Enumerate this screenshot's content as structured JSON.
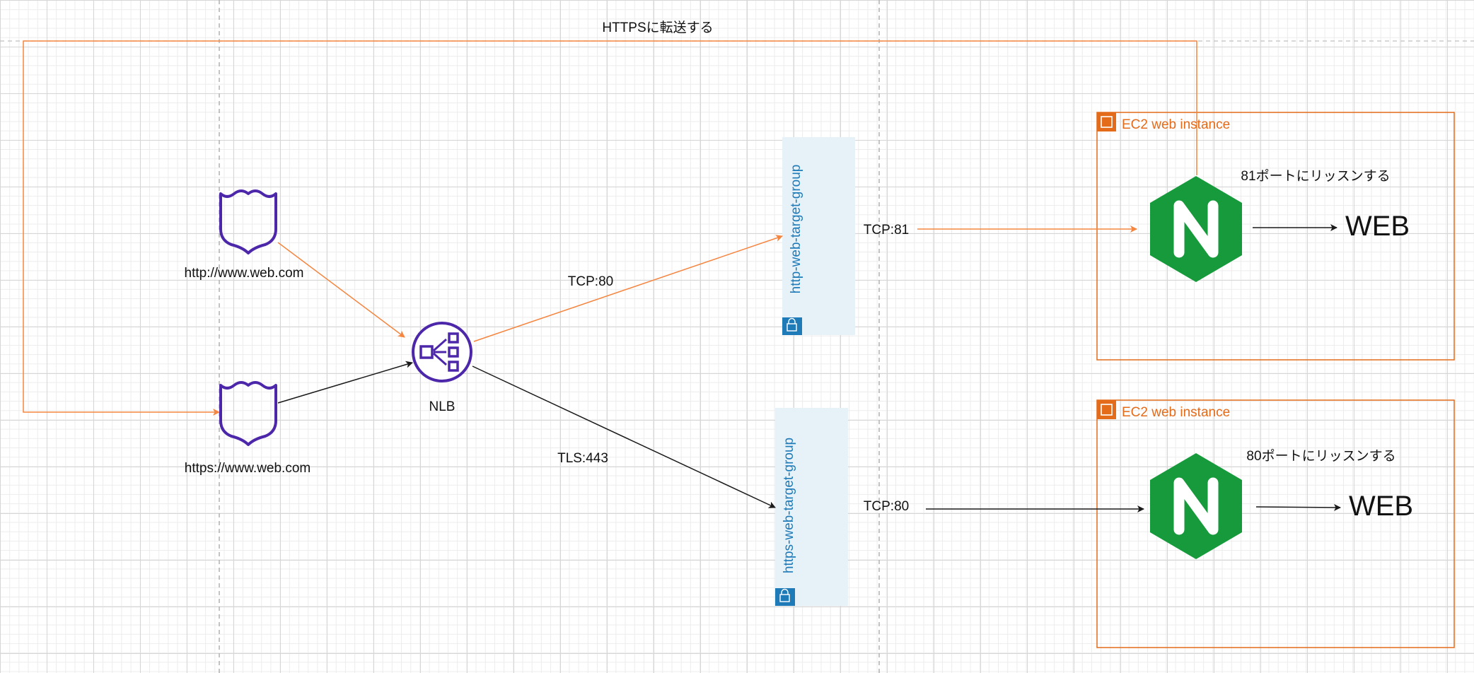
{
  "diagram": {
    "top_label": "HTTPSに転送する",
    "http_domain": "http://www.web.com",
    "https_domain": "https://www.web.com",
    "nlb_label": "NLB",
    "edge_tcp80": "TCP:80",
    "edge_tls443": "TLS:443",
    "edge_tcp81": "TCP:81",
    "edge_tcp80_lower": "TCP:80",
    "http_target_group": "http-web-target-group",
    "https_target_group": "https-web-target-group",
    "ec2_top_title": "EC2 web instance",
    "ec2_bottom_title": "EC2 web instance",
    "listen81": "81ポートにリッスンする",
    "listen80": "80ポートにリッスンする",
    "web_top": "WEB",
    "web_bottom": "WEB"
  },
  "colors": {
    "orange_edge": "#f5853f",
    "black_edge": "#1a1a1a",
    "nlb_purple": "#4d27aa",
    "nginx_green": "#179a3c",
    "ec2_orange": "#e36b1a",
    "target_group_fill": "#e6f2f8",
    "target_group_text": "#1f7ab8"
  },
  "icons": {
    "domain": "shield-icon",
    "nlb": "load-balancer-icon",
    "nginx": "nginx-icon",
    "target_group": "lock-icon",
    "ec2": "chip-icon"
  }
}
